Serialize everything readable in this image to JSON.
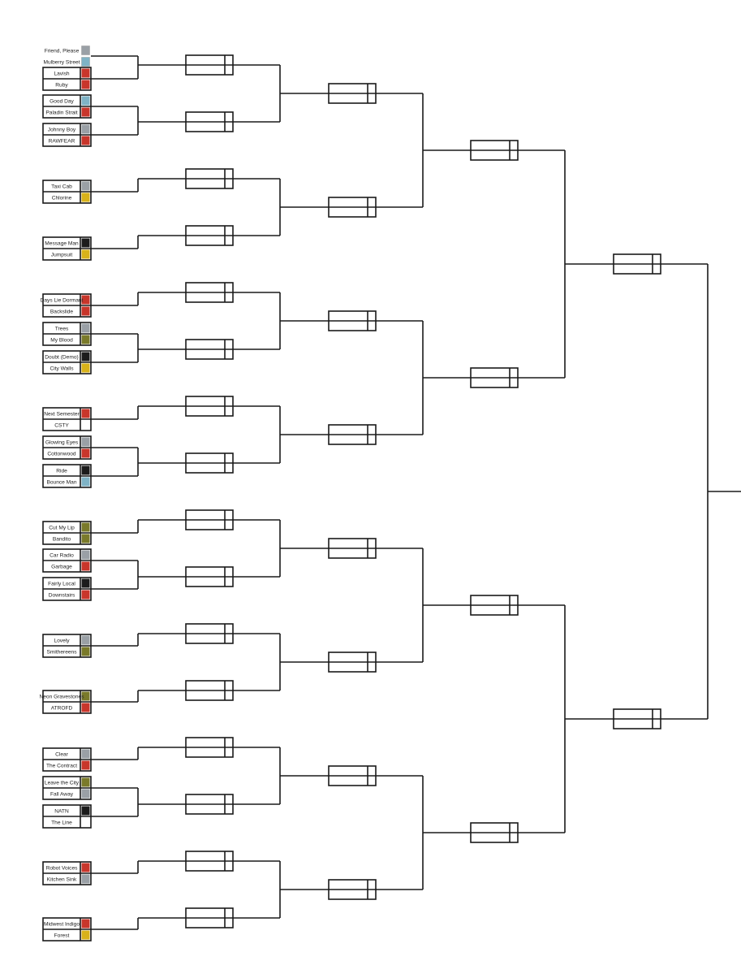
{
  "colors": {
    "line": "#1a1a1a",
    "art_gray": "#9aa0a6",
    "art_red": "#c8362b",
    "art_yellow": "#d8b21a",
    "art_black": "#1c1c1c",
    "art_olive": "#7a7a2a",
    "art_blue": "#7fb3c6",
    "art_white": "#ffffff"
  },
  "round1": [
    {
      "top": {
        "name": "Friend, Please",
        "art": "gray"
      },
      "bottom": {
        "name": "Mulberry Street",
        "art": "blue"
      },
      "boxed": false
    },
    {
      "top": {
        "name": "Lavish",
        "art": "red"
      },
      "bottom": {
        "name": "Ruby",
        "art": "red"
      },
      "boxed": true
    },
    {
      "top": {
        "name": "Good Day",
        "art": "blue"
      },
      "bottom": {
        "name": "Paladin Strait",
        "art": "red"
      },
      "boxed": true
    },
    {
      "top": {
        "name": "Johnny Boy",
        "art": "gray"
      },
      "bottom": {
        "name": "RAWFEAR",
        "art": "red"
      },
      "boxed": true
    },
    {
      "top": {
        "name": "Taxi Cab",
        "art": "gray"
      },
      "bottom": {
        "name": "Chlorine",
        "art": "yellow"
      },
      "boxed": true
    },
    {
      "top": {
        "name": "Message Man",
        "art": "black"
      },
      "bottom": {
        "name": "Jumpsuit",
        "art": "yellow"
      },
      "boxed": true
    },
    {
      "top": {
        "name": "Days Lie Dormant",
        "art": "red"
      },
      "bottom": {
        "name": "Backslide",
        "art": "red"
      },
      "boxed": true
    },
    {
      "top": {
        "name": "Trees",
        "art": "gray"
      },
      "bottom": {
        "name": "My Blood",
        "art": "olive"
      },
      "boxed": true
    },
    {
      "top": {
        "name": "Doubt (Demo)",
        "art": "black"
      },
      "bottom": {
        "name": "City Walls",
        "art": "yellow"
      },
      "boxed": true
    },
    {
      "top": {
        "name": "Next Semester",
        "art": "red"
      },
      "bottom": {
        "name": "CSTY",
        "art": "white"
      },
      "boxed": true
    },
    {
      "top": {
        "name": "Glowing Eyes",
        "art": "gray"
      },
      "bottom": {
        "name": "Cottonwood",
        "art": "red"
      },
      "boxed": true
    },
    {
      "top": {
        "name": "Ride",
        "art": "black"
      },
      "bottom": {
        "name": "Bounce Man",
        "art": "blue"
      },
      "boxed": true
    },
    {
      "top": {
        "name": "Cut My Lip",
        "art": "olive"
      },
      "bottom": {
        "name": "Bandito",
        "art": "olive"
      },
      "boxed": true
    },
    {
      "top": {
        "name": "Car Radio",
        "art": "gray"
      },
      "bottom": {
        "name": "Garbage",
        "art": "red"
      },
      "boxed": true
    },
    {
      "top": {
        "name": "Fairly Local",
        "art": "black"
      },
      "bottom": {
        "name": "Downstairs",
        "art": "red"
      },
      "boxed": true
    },
    {
      "top": {
        "name": "Lovely",
        "art": "gray"
      },
      "bottom": {
        "name": "Smithereens",
        "art": "olive"
      },
      "boxed": true
    },
    {
      "top": {
        "name": "Neon Gravestones",
        "art": "olive"
      },
      "bottom": {
        "name": "ATROFD",
        "art": "red"
      },
      "boxed": true
    },
    {
      "top": {
        "name": "Clear",
        "art": "gray"
      },
      "bottom": {
        "name": "The Contract",
        "art": "red"
      },
      "boxed": true
    },
    {
      "top": {
        "name": "Leave the City",
        "art": "olive"
      },
      "bottom": {
        "name": "Fall Away",
        "art": "gray"
      },
      "boxed": true
    },
    {
      "top": {
        "name": "NATN",
        "art": "black"
      },
      "bottom": {
        "name": "The Line",
        "art": "white"
      },
      "boxed": true
    },
    {
      "top": {
        "name": "Robot Voices",
        "art": "red"
      },
      "bottom": {
        "name": "Kitchen Sink",
        "art": "gray"
      },
      "boxed": true
    },
    {
      "top": {
        "name": "Midwest Indigo",
        "art": "red"
      },
      "bottom": {
        "name": "Forest",
        "art": "yellow"
      },
      "boxed": true
    }
  ],
  "round2_feeds": [
    [
      0,
      1
    ],
    [
      2,
      3
    ],
    [
      4
    ],
    [
      5
    ],
    [
      6
    ],
    [
      7,
      8
    ],
    [
      9
    ],
    [
      10,
      11
    ],
    [
      12
    ],
    [
      13,
      14
    ],
    [
      15
    ],
    [
      16
    ],
    [
      17
    ],
    [
      18,
      19
    ],
    [
      20
    ],
    [
      21
    ]
  ],
  "later_rounds": [
    8,
    4,
    2,
    1
  ]
}
